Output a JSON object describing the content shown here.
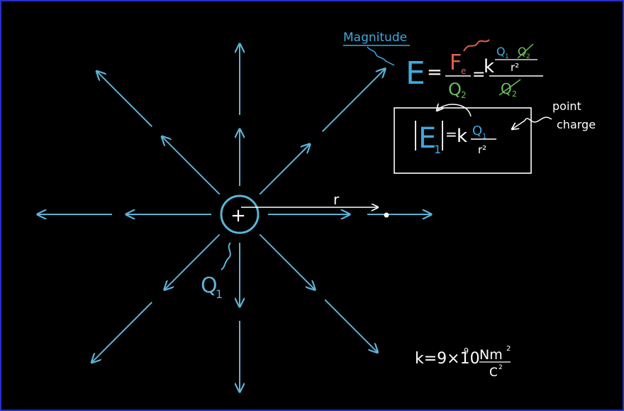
{
  "colors": {
    "background": "#000000",
    "border": "#2430c8",
    "field_line": "#5bb3d6",
    "text_white": "#ffffff",
    "text_red": "#e0604f",
    "text_green": "#6cc05a",
    "text_blue": "#3fa9de"
  },
  "labels": {
    "magnitude": "Magnitude",
    "charge_label": "Q",
    "charge_subscript": "1",
    "radius_label": "r",
    "plus_sign": "+",
    "point_charge_line1": "point",
    "point_charge_line2": "charge"
  },
  "formula_top": {
    "E": "E",
    "eq1": "=",
    "F": "F",
    "F_sub": "e",
    "Q2_den": "Q",
    "Q2_den_sub": "2",
    "eq2": "=",
    "k": "k",
    "num_Q1": "Q",
    "num_Q1_sub": "1",
    "num_Q2": "Q",
    "num_Q2_sub": "2",
    "r2": "r²",
    "den_Q2": "Q",
    "den_Q2_sub": "2"
  },
  "formula_box": {
    "E": "E",
    "E_sub": "1",
    "eq": "=",
    "k": "k",
    "Q1": "Q",
    "Q1_sub": "1",
    "r2": "r²"
  },
  "constant": {
    "text": "k=9×10",
    "exp": "9",
    "unit_num": "Nm",
    "unit_num_exp": "2",
    "unit_den": "C",
    "unit_den_exp": "2"
  }
}
